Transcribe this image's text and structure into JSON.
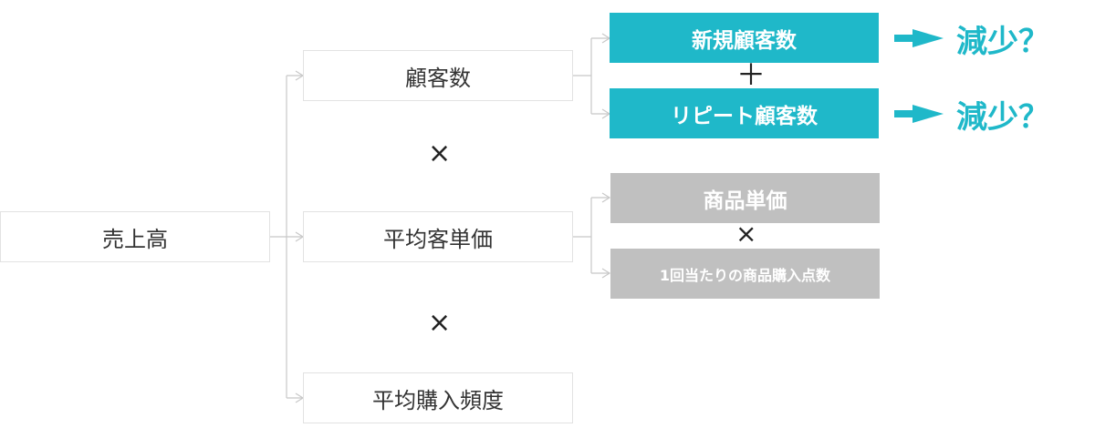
{
  "root": {
    "label": "売上高"
  },
  "level1": [
    {
      "label": "顧客数"
    },
    {
      "label": "平均客単価"
    },
    {
      "label": "平均購入頻度"
    }
  ],
  "operators": {
    "l1_a": "×",
    "l1_b": "×",
    "customers": "＋",
    "price": "×"
  },
  "customers": [
    {
      "label": "新規顧客数",
      "result": "減少？"
    },
    {
      "label": "リピート顧客数",
      "result": "減少？"
    }
  ],
  "price": [
    {
      "label": "商品単価"
    },
    {
      "label": "1回当たりの商品購入点数"
    }
  ],
  "colors": {
    "accent": "#1fb8c9",
    "gray": "#c0c0c0",
    "line": "#c8c8c8"
  }
}
